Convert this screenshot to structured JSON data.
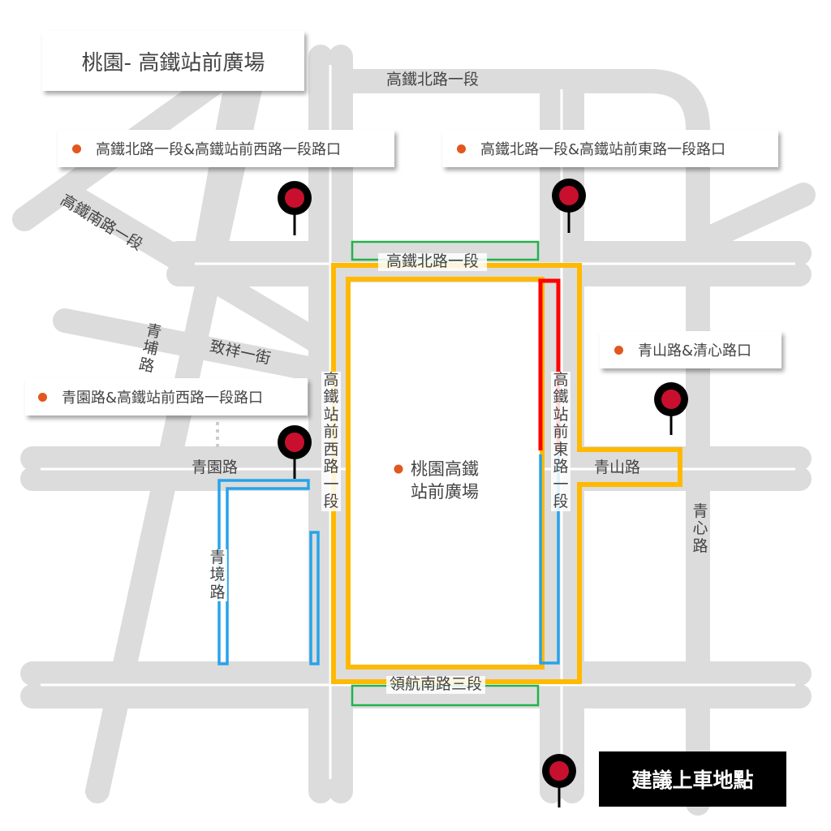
{
  "title": "桃園- 高鐵站前廣場",
  "colors": {
    "road": "#dcdcdc",
    "yellow_route": "#ffb900",
    "blue_route": "#27a3ea",
    "red_route": "#ff0000",
    "green_route": "#22b24c",
    "marker": "#c8102e",
    "dot": "#e2571e"
  },
  "intersections": [
    {
      "label": "高鐵北路一段&高鐵站前西路一段路口"
    },
    {
      "label": "高鐵北路一段&高鐵站前東路一段路口"
    },
    {
      "label": "青山路&清心路口"
    },
    {
      "label": "青園路&高鐵站前西路一段路口"
    }
  ],
  "roads": {
    "north_top": "高鐵北路一段",
    "north_box": "高鐵北路一段",
    "south_nan": "高鐵南路一段",
    "qingpu": "青埔路",
    "zhixiang": "致祥一街",
    "west": "高鐵站前西路一段",
    "east": "高鐵站前東路一段",
    "qingyuan": "青園路",
    "qingjing": "青境路",
    "qingshan": "青山路",
    "qingxin": "青心路",
    "linghang": "領航南路三段"
  },
  "center_label": "桃園高鐵站前廣場",
  "legend": {
    "label": "建議上車地點",
    "icon": "pickup-marker-icon"
  }
}
